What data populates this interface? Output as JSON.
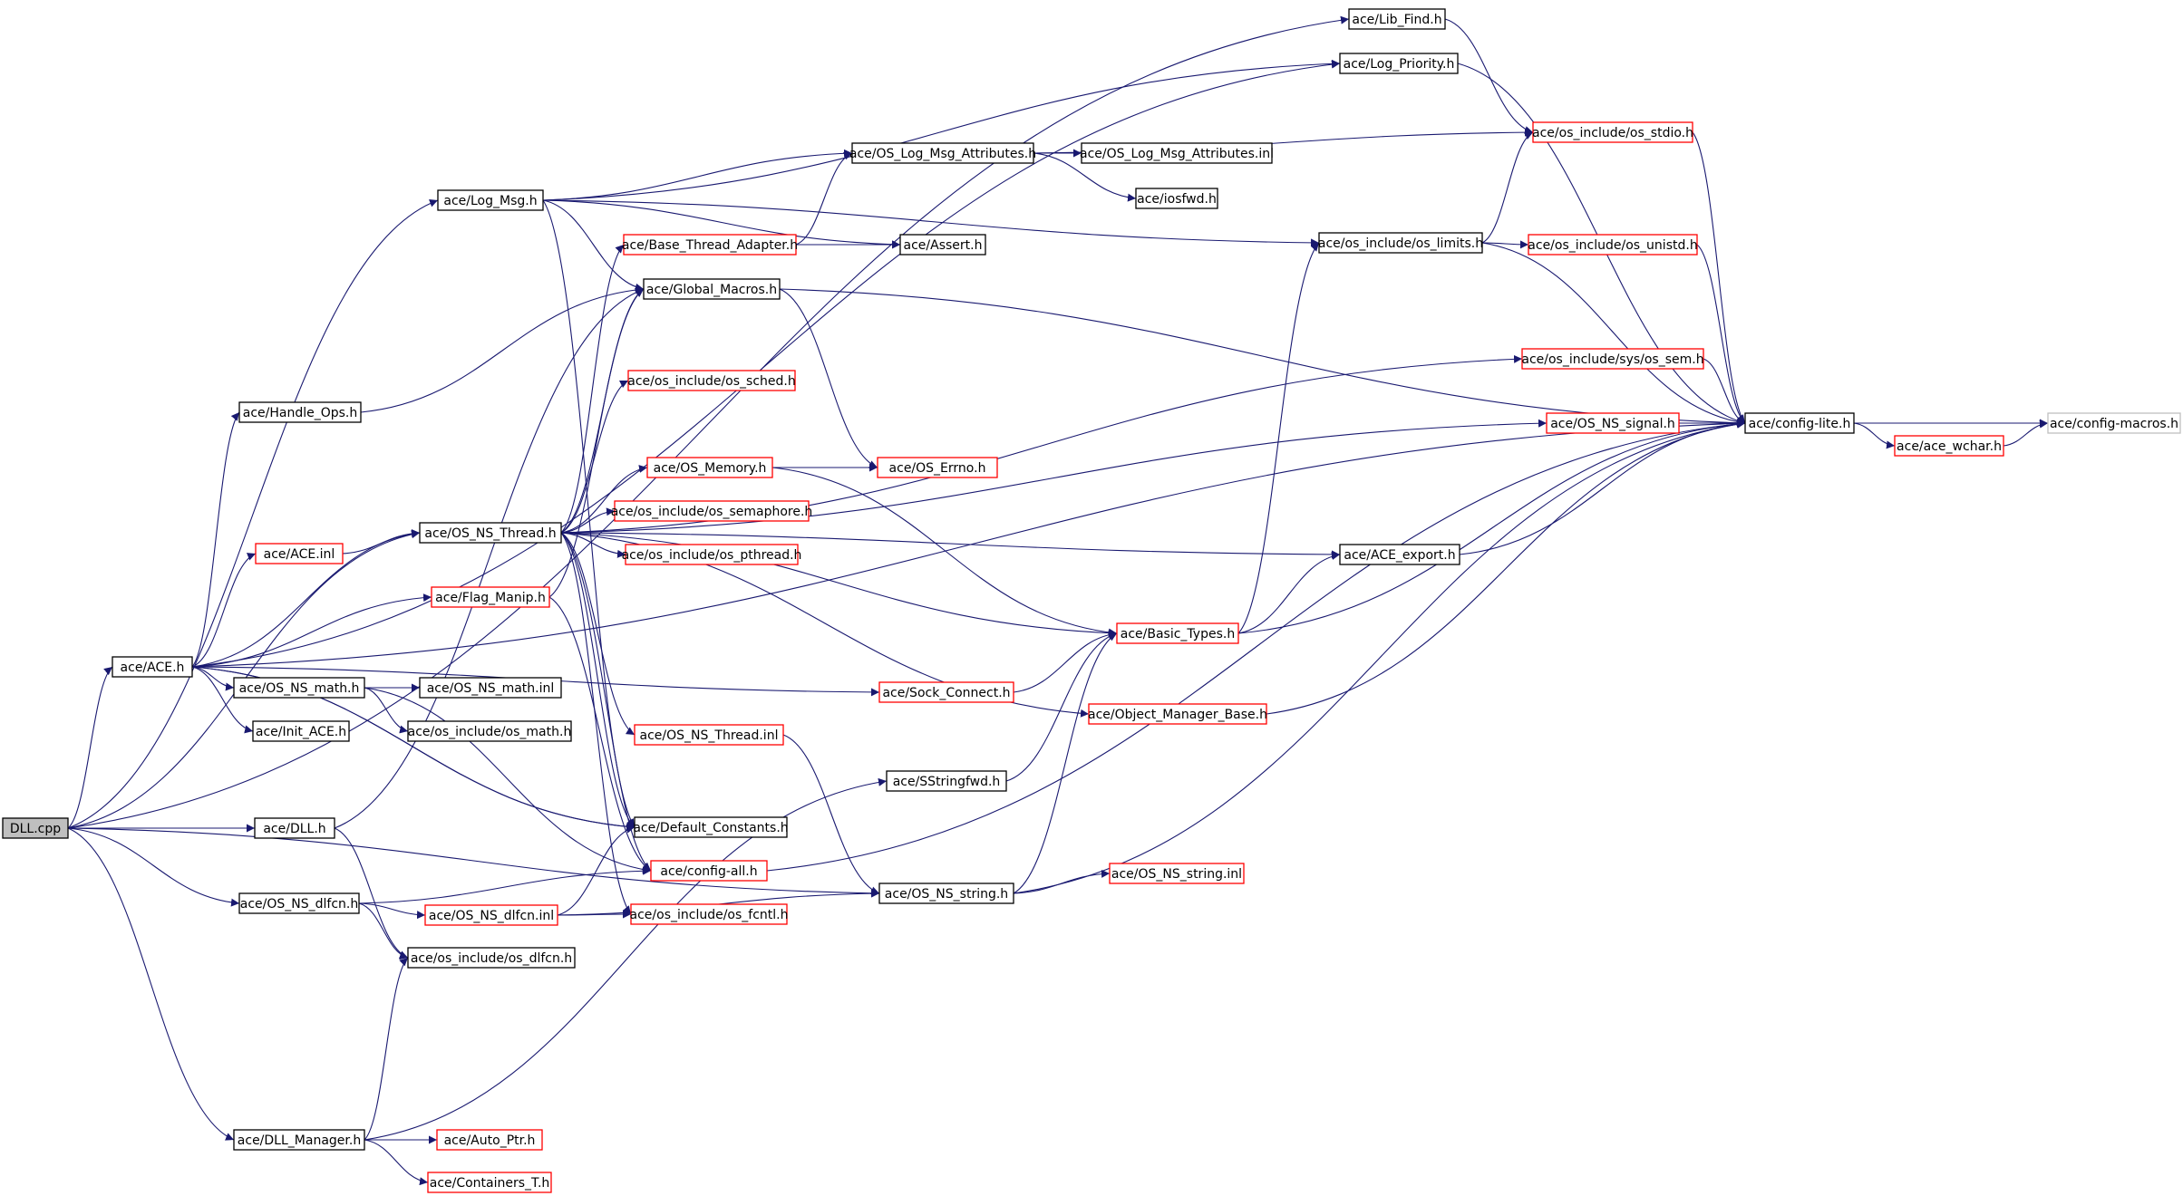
{
  "graph": {
    "nodes": [
      {
        "id": "dll_cpp",
        "label": "DLL.cpp",
        "style": "root"
      },
      {
        "id": "ace_h",
        "label": "ace/ACE.h",
        "style": "black"
      },
      {
        "id": "dll_h",
        "label": "ace/DLL.h",
        "style": "black"
      },
      {
        "id": "os_ns_dlfcn_h",
        "label": "ace/OS_NS_dlfcn.h",
        "style": "black"
      },
      {
        "id": "dll_manager_h",
        "label": "ace/DLL_Manager.h",
        "style": "black"
      },
      {
        "id": "handle_ops_h",
        "label": "ace/Handle_Ops.h",
        "style": "black"
      },
      {
        "id": "ace_inl",
        "label": "ace/ACE.inl",
        "style": "red"
      },
      {
        "id": "os_ns_math_h",
        "label": "ace/OS_NS_math.h",
        "style": "black"
      },
      {
        "id": "init_ace_h",
        "label": "ace/Init_ACE.h",
        "style": "black"
      },
      {
        "id": "log_msg_h",
        "label": "ace/Log_Msg.h",
        "style": "black"
      },
      {
        "id": "os_ns_thread_h",
        "label": "ace/OS_NS_Thread.h",
        "style": "black"
      },
      {
        "id": "flag_manip_h",
        "label": "ace/Flag_Manip.h",
        "style": "red"
      },
      {
        "id": "os_ns_math_inl",
        "label": "ace/OS_NS_math.inl",
        "style": "black"
      },
      {
        "id": "os_math_h",
        "label": "ace/os_include/os_math.h",
        "style": "black"
      },
      {
        "id": "os_ns_dlfcn_inl",
        "label": "ace/OS_NS_dlfcn.inl",
        "style": "red"
      },
      {
        "id": "os_dlfcn_h",
        "label": "ace/os_include/os_dlfcn.h",
        "style": "black"
      },
      {
        "id": "auto_ptr_h",
        "label": "ace/Auto_Ptr.h",
        "style": "red"
      },
      {
        "id": "containers_t_h",
        "label": "ace/Containers_T.h",
        "style": "red"
      },
      {
        "id": "base_thread_adapter_h",
        "label": "ace/Base_Thread_Adapter.h",
        "style": "red"
      },
      {
        "id": "global_macros_h",
        "label": "ace/Global_Macros.h",
        "style": "black"
      },
      {
        "id": "os_sched_h",
        "label": "ace/os_include/os_sched.h",
        "style": "red"
      },
      {
        "id": "os_memory_h",
        "label": "ace/OS_Memory.h",
        "style": "red"
      },
      {
        "id": "os_semaphore_h",
        "label": "ace/os_include/os_semaphore.h",
        "style": "red"
      },
      {
        "id": "os_pthread_h",
        "label": "ace/os_include/os_pthread.h",
        "style": "red"
      },
      {
        "id": "os_ns_thread_inl",
        "label": "ace/OS_NS_Thread.inl",
        "style": "red"
      },
      {
        "id": "default_constants_h",
        "label": "ace/Default_Constants.h",
        "style": "black"
      },
      {
        "id": "config_all_h",
        "label": "ace/config-all.h",
        "style": "red"
      },
      {
        "id": "os_fcntl_h",
        "label": "ace/os_include/os_fcntl.h",
        "style": "red"
      },
      {
        "id": "os_log_msg_attributes_h",
        "label": "ace/OS_Log_Msg_Attributes.h",
        "style": "black"
      },
      {
        "id": "assert_h",
        "label": "ace/Assert.h",
        "style": "black"
      },
      {
        "id": "os_errno_h",
        "label": "ace/OS_Errno.h",
        "style": "red"
      },
      {
        "id": "sock_connect_h",
        "label": "ace/Sock_Connect.h",
        "style": "red"
      },
      {
        "id": "sstringfwd_h",
        "label": "ace/SStringfwd.h",
        "style": "black"
      },
      {
        "id": "os_ns_string_h",
        "label": "ace/OS_NS_string.h",
        "style": "black"
      },
      {
        "id": "lib_find_h",
        "label": "ace/Lib_Find.h",
        "style": "black"
      },
      {
        "id": "log_priority_h",
        "label": "ace/Log_Priority.h",
        "style": "black"
      },
      {
        "id": "os_log_msg_attributes_inl",
        "label": "ace/OS_Log_Msg_Attributes.inl",
        "style": "black"
      },
      {
        "id": "iosfwd_h",
        "label": "ace/iosfwd.h",
        "style": "black"
      },
      {
        "id": "os_limits_h",
        "label": "ace/os_include/os_limits.h",
        "style": "black"
      },
      {
        "id": "ace_export_h",
        "label": "ace/ACE_export.h",
        "style": "black"
      },
      {
        "id": "basic_types_h",
        "label": "ace/Basic_Types.h",
        "style": "red"
      },
      {
        "id": "object_manager_base_h",
        "label": "ace/Object_Manager_Base.h",
        "style": "red"
      },
      {
        "id": "os_ns_string_inl",
        "label": "ace/OS_NS_string.inl",
        "style": "red"
      },
      {
        "id": "os_stdio_h",
        "label": "ace/os_include/os_stdio.h",
        "style": "red"
      },
      {
        "id": "os_unistd_h",
        "label": "ace/os_include/os_unistd.h",
        "style": "red"
      },
      {
        "id": "sys_os_sem_h",
        "label": "ace/os_include/sys/os_sem.h",
        "style": "red"
      },
      {
        "id": "os_ns_signal_h",
        "label": "ace/OS_NS_signal.h",
        "style": "red"
      },
      {
        "id": "config_lite_h",
        "label": "ace/config-lite.h",
        "style": "black"
      },
      {
        "id": "ace_wchar_h",
        "label": "ace/ace_wchar.h",
        "style": "red"
      },
      {
        "id": "config_macros_h",
        "label": "ace/config-macros.h",
        "style": "gray"
      }
    ],
    "edges": [
      [
        "dll_cpp",
        "ace_h"
      ],
      [
        "dll_cpp",
        "dll_h"
      ],
      [
        "dll_cpp",
        "os_ns_dlfcn_h"
      ],
      [
        "dll_cpp",
        "dll_manager_h"
      ],
      [
        "dll_cpp",
        "log_msg_h"
      ],
      [
        "dll_cpp",
        "lib_find_h"
      ],
      [
        "dll_cpp",
        "os_ns_string_h"
      ],
      [
        "dll_cpp",
        "os_ns_thread_h"
      ],
      [
        "ace_h",
        "handle_ops_h"
      ],
      [
        "ace_h",
        "ace_inl"
      ],
      [
        "ace_h",
        "os_ns_math_h"
      ],
      [
        "ace_h",
        "init_ace_h"
      ],
      [
        "ace_h",
        "flag_manip_h"
      ],
      [
        "ace_h",
        "os_ns_thread_h"
      ],
      [
        "ace_h",
        "default_constants_h"
      ],
      [
        "ace_h",
        "log_priority_h"
      ],
      [
        "ace_h",
        "config_lite_h"
      ],
      [
        "ace_h",
        "sock_connect_h"
      ],
      [
        "ace_h",
        "default_constants_h"
      ],
      [
        "ace_inl",
        "os_ns_thread_h"
      ],
      [
        "os_ns_math_h",
        "os_ns_math_inl"
      ],
      [
        "os_ns_math_h",
        "os_math_h"
      ],
      [
        "os_ns_math_h",
        "config_all_h"
      ],
      [
        "dll_h",
        "os_dlfcn_h"
      ],
      [
        "dll_h",
        "global_macros_h"
      ],
      [
        "os_ns_dlfcn_h",
        "os_ns_dlfcn_inl"
      ],
      [
        "os_ns_dlfcn_h",
        "os_dlfcn_h"
      ],
      [
        "os_ns_dlfcn_h",
        "config_all_h"
      ],
      [
        "os_ns_dlfcn_inl",
        "os_fcntl_h"
      ],
      [
        "os_ns_dlfcn_inl",
        "default_constants_h"
      ],
      [
        "os_ns_dlfcn_inl",
        "os_ns_string_h"
      ],
      [
        "dll_manager_h",
        "auto_ptr_h"
      ],
      [
        "dll_manager_h",
        "containers_t_h"
      ],
      [
        "dll_manager_h",
        "os_dlfcn_h"
      ],
      [
        "dll_manager_h",
        "sstringfwd_h"
      ],
      [
        "handle_ops_h",
        "global_macros_h"
      ],
      [
        "log_msg_h",
        "os_log_msg_attributes_h"
      ],
      [
        "log_msg_h",
        "assert_h"
      ],
      [
        "log_msg_h",
        "global_macros_h"
      ],
      [
        "log_msg_h",
        "os_limits_h"
      ],
      [
        "log_msg_h",
        "default_constants_h"
      ],
      [
        "log_msg_h",
        "log_priority_h"
      ],
      [
        "os_ns_thread_h",
        "base_thread_adapter_h"
      ],
      [
        "os_ns_thread_h",
        "global_macros_h"
      ],
      [
        "os_ns_thread_h",
        "os_sched_h"
      ],
      [
        "os_ns_thread_h",
        "os_memory_h"
      ],
      [
        "os_ns_thread_h",
        "os_semaphore_h"
      ],
      [
        "os_ns_thread_h",
        "os_pthread_h"
      ],
      [
        "os_ns_thread_h",
        "os_ns_thread_inl"
      ],
      [
        "os_ns_thread_h",
        "default_constants_h"
      ],
      [
        "os_ns_thread_h",
        "config_all_h"
      ],
      [
        "os_ns_thread_h",
        "os_fcntl_h"
      ],
      [
        "os_ns_thread_h",
        "sys_os_sem_h"
      ],
      [
        "os_ns_thread_h",
        "os_ns_signal_h"
      ],
      [
        "os_ns_thread_h",
        "ace_export_h"
      ],
      [
        "os_ns_thread_h",
        "basic_types_h"
      ],
      [
        "os_ns_thread_h",
        "object_manager_base_h"
      ],
      [
        "flag_manip_h",
        "global_macros_h"
      ],
      [
        "flag_manip_h",
        "config_all_h"
      ],
      [
        "os_ns_thread_inl",
        "os_ns_string_h"
      ],
      [
        "base_thread_adapter_h",
        "os_log_msg_attributes_h"
      ],
      [
        "base_thread_adapter_h",
        "assert_h"
      ],
      [
        "global_macros_h",
        "os_errno_h"
      ],
      [
        "global_macros_h",
        "config_lite_h"
      ],
      [
        "os_memory_h",
        "os_errno_h"
      ],
      [
        "os_memory_h",
        "basic_types_h"
      ],
      [
        "config_all_h",
        "config_lite_h"
      ],
      [
        "os_log_msg_attributes_h",
        "os_log_msg_attributes_inl"
      ],
      [
        "os_log_msg_attributes_h",
        "iosfwd_h"
      ],
      [
        "os_log_msg_attributes_h",
        "os_stdio_h"
      ],
      [
        "sock_connect_h",
        "basic_types_h"
      ],
      [
        "sstringfwd_h",
        "basic_types_h"
      ],
      [
        "os_ns_string_h",
        "os_ns_string_inl"
      ],
      [
        "os_ns_string_h",
        "basic_types_h"
      ],
      [
        "os_ns_string_h",
        "config_lite_h"
      ],
      [
        "lib_find_h",
        "os_stdio_h"
      ],
      [
        "log_priority_h",
        "config_lite_h"
      ],
      [
        "os_limits_h",
        "os_unistd_h"
      ],
      [
        "os_limits_h",
        "os_stdio_h"
      ],
      [
        "os_limits_h",
        "config_lite_h"
      ],
      [
        "ace_export_h",
        "config_lite_h"
      ],
      [
        "basic_types_h",
        "ace_export_h"
      ],
      [
        "basic_types_h",
        "os_limits_h"
      ],
      [
        "basic_types_h",
        "config_lite_h"
      ],
      [
        "object_manager_base_h",
        "config_lite_h"
      ],
      [
        "os_stdio_h",
        "config_lite_h"
      ],
      [
        "os_unistd_h",
        "config_lite_h"
      ],
      [
        "sys_os_sem_h",
        "config_lite_h"
      ],
      [
        "os_ns_signal_h",
        "config_lite_h"
      ],
      [
        "config_lite_h",
        "ace_wchar_h"
      ],
      [
        "config_lite_h",
        "config_macros_h"
      ],
      [
        "ace_wchar_h",
        "config_macros_h"
      ]
    ]
  }
}
